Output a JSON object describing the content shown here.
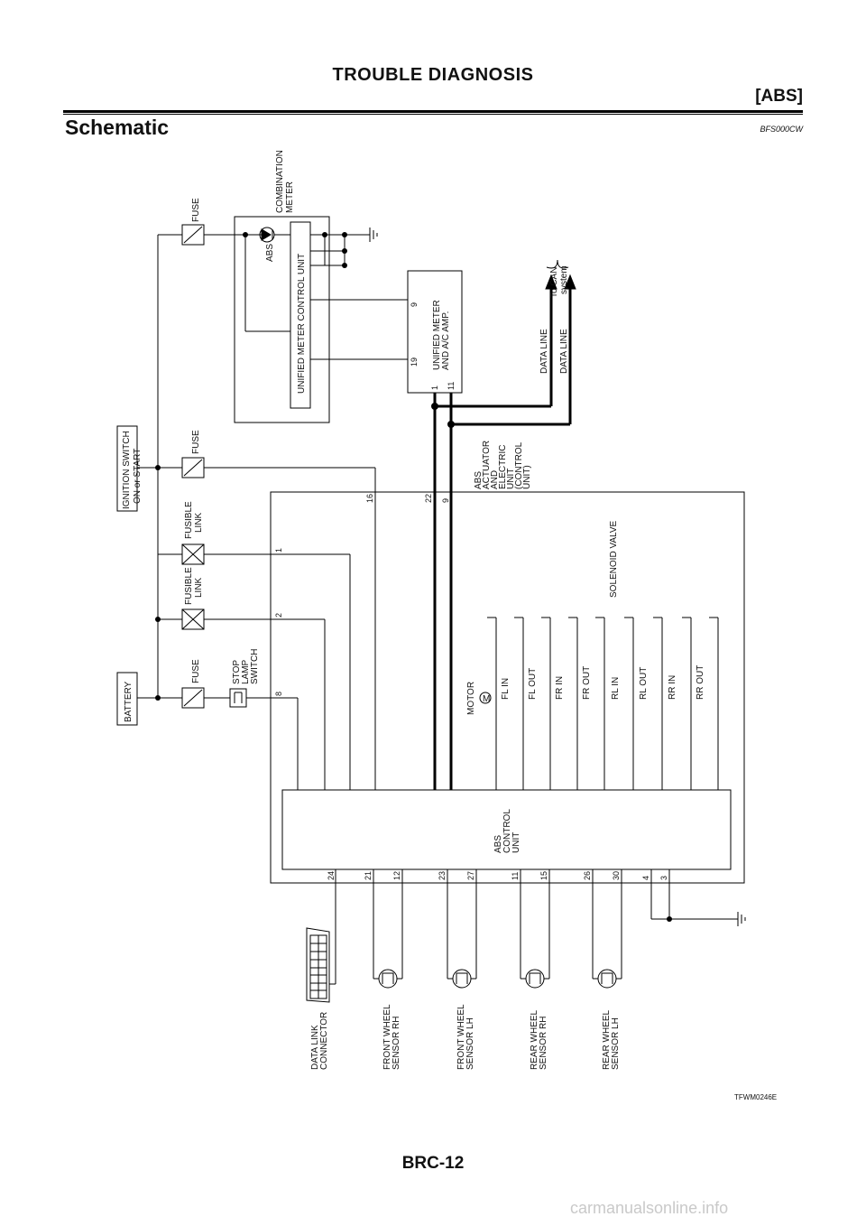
{
  "header": {
    "title": "TROUBLE DIAGNOSIS",
    "section": "[ABS]",
    "schematic_title": "Schematic",
    "ref_code": "BFS000CW"
  },
  "labels": {
    "battery": "BATTERY",
    "ignition_line1": "IGNITION SWITCH",
    "ignition_line2": "ON or START",
    "fuse": "FUSE",
    "fusible1": "FUSIBLE",
    "fusible2": "LINK",
    "stop1": "STOP",
    "stop2": "LAMP",
    "stop3": "SWITCH",
    "comb1": "COMBINATION",
    "comb2": "METER",
    "abs": "ABS",
    "umcu": "UNIFIED METER CONTROL UNIT",
    "ua1": "UNIFIED METER",
    "ua2": "AND A/C AMP.",
    "data_line": "DATA LINE",
    "can1": "To CAN",
    "can2": "system",
    "act1": "ABS",
    "act2": "ACTUATOR",
    "act3": "AND",
    "act4": "ELECTRIC",
    "act5": "UNIT",
    "act6": "(CONTROL",
    "act7": "UNIT)",
    "solenoid": "SOLENOID VALVE",
    "motor": "MOTOR",
    "motor_symbol": "M",
    "cu1": "ABS",
    "cu2": "CONTROL",
    "cu3": "UNIT",
    "dlc1": "DATA LINK",
    "dlc2": "CONNECTOR",
    "frh1": "FRONT WHEEL",
    "frh2": "SENSOR RH",
    "flh1": "FRONT WHEEL",
    "flh2": "SENSOR LH",
    "rrh1": "REAR WHEEL",
    "rrh2": "SENSOR RH",
    "rlh1": "REAR WHEEL",
    "rlh2": "SENSOR LH"
  },
  "valves": [
    "FL IN",
    "FL OUT",
    "FR IN",
    "FR OUT",
    "RL IN",
    "RL OUT",
    "RR IN",
    "RR OUT"
  ],
  "pins": {
    "p9a": "9",
    "p19": "19",
    "p1a": "1",
    "p11": "11",
    "p16": "16",
    "p22": "22",
    "p9b": "9",
    "p1b": "1",
    "p2": "2",
    "p8": "8",
    "p24": "24",
    "p21": "21",
    "p12": "12",
    "p23": "23",
    "p27": "27",
    "p11b": "11",
    "p15": "15",
    "p26": "26",
    "p30": "30",
    "p4": "4",
    "p3": "3"
  },
  "figure_code": "TFWM0246E",
  "page_number": "BRC-12",
  "watermark": "carmanualsonline.info"
}
